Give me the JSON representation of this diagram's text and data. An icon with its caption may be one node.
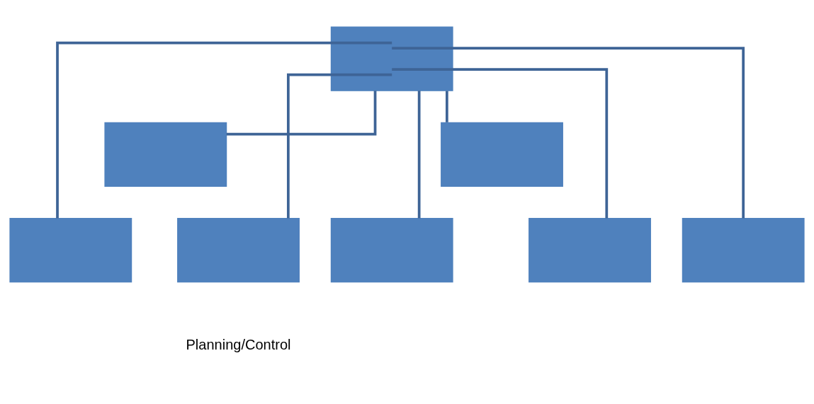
{
  "diagram": {
    "nodes": [
      {
        "text": [],
        "shape": "box"
      },
      {
        "text": [],
        "shape": "box"
      },
      {
        "text": [],
        "shape": "box"
      },
      {
        "text": [],
        "shape": "box"
      },
      {
        "text": [],
        "shape": "box"
      },
      {
        "text": [],
        "shape": "box"
      },
      {
        "text": [],
        "shape": "box"
      },
      {
        "text": [],
        "shape": "box"
      }
    ],
    "edges": [
      {
        "from": 0,
        "to": 1,
        "arrow": "none"
      },
      {
        "from": 0,
        "to": 2,
        "arrow": "none"
      },
      {
        "from": 0,
        "to": 3,
        "arrow": "none"
      },
      {
        "from": 0,
        "to": 4,
        "arrow": "none"
      },
      {
        "from": 0,
        "to": 5,
        "arrow": "none"
      },
      {
        "from": 0,
        "to": 6,
        "arrow": "none"
      },
      {
        "from": 0,
        "to": 7,
        "arrow": "none"
      }
    ],
    "labels": [
      "Planning/Control"
    ]
  }
}
